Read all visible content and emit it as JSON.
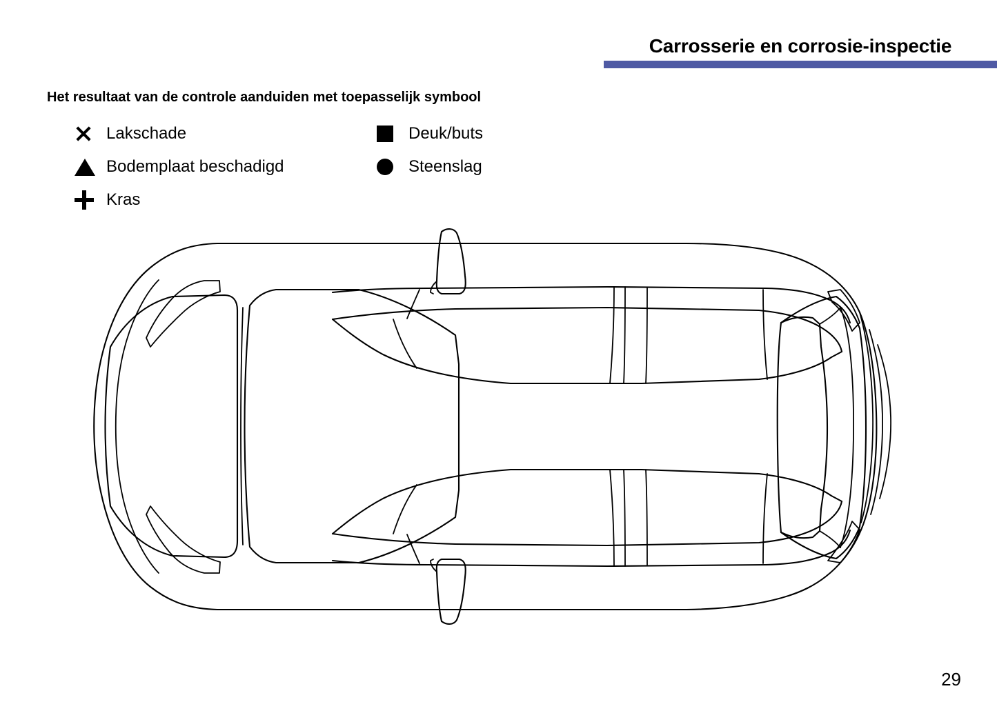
{
  "document": {
    "header_title": "Carrosserie en corrosie-inspectie",
    "instruction": "Het resultaat van de controle aanduiden met toepasselijk symbool",
    "page_number": "29",
    "accent_color": "#4f5aa4",
    "line_color": "#000000",
    "background_color": "#ffffff"
  },
  "legend": {
    "left_column": [
      {
        "symbol": "x-mark-icon",
        "label": "Lakschade"
      },
      {
        "symbol": "filled-triangle-icon",
        "label": "Bodemplaat beschadigd"
      },
      {
        "symbol": "plus-mark-icon",
        "label": "Kras"
      }
    ],
    "right_column": [
      {
        "symbol": "filled-square-icon",
        "label": "Deuk/buts"
      },
      {
        "symbol": "filled-circle-icon",
        "label": "Steenslag"
      }
    ]
  },
  "diagram": {
    "name": "car-top-view-outline",
    "description": "Vehicle top-view line drawing for marking body damage"
  }
}
